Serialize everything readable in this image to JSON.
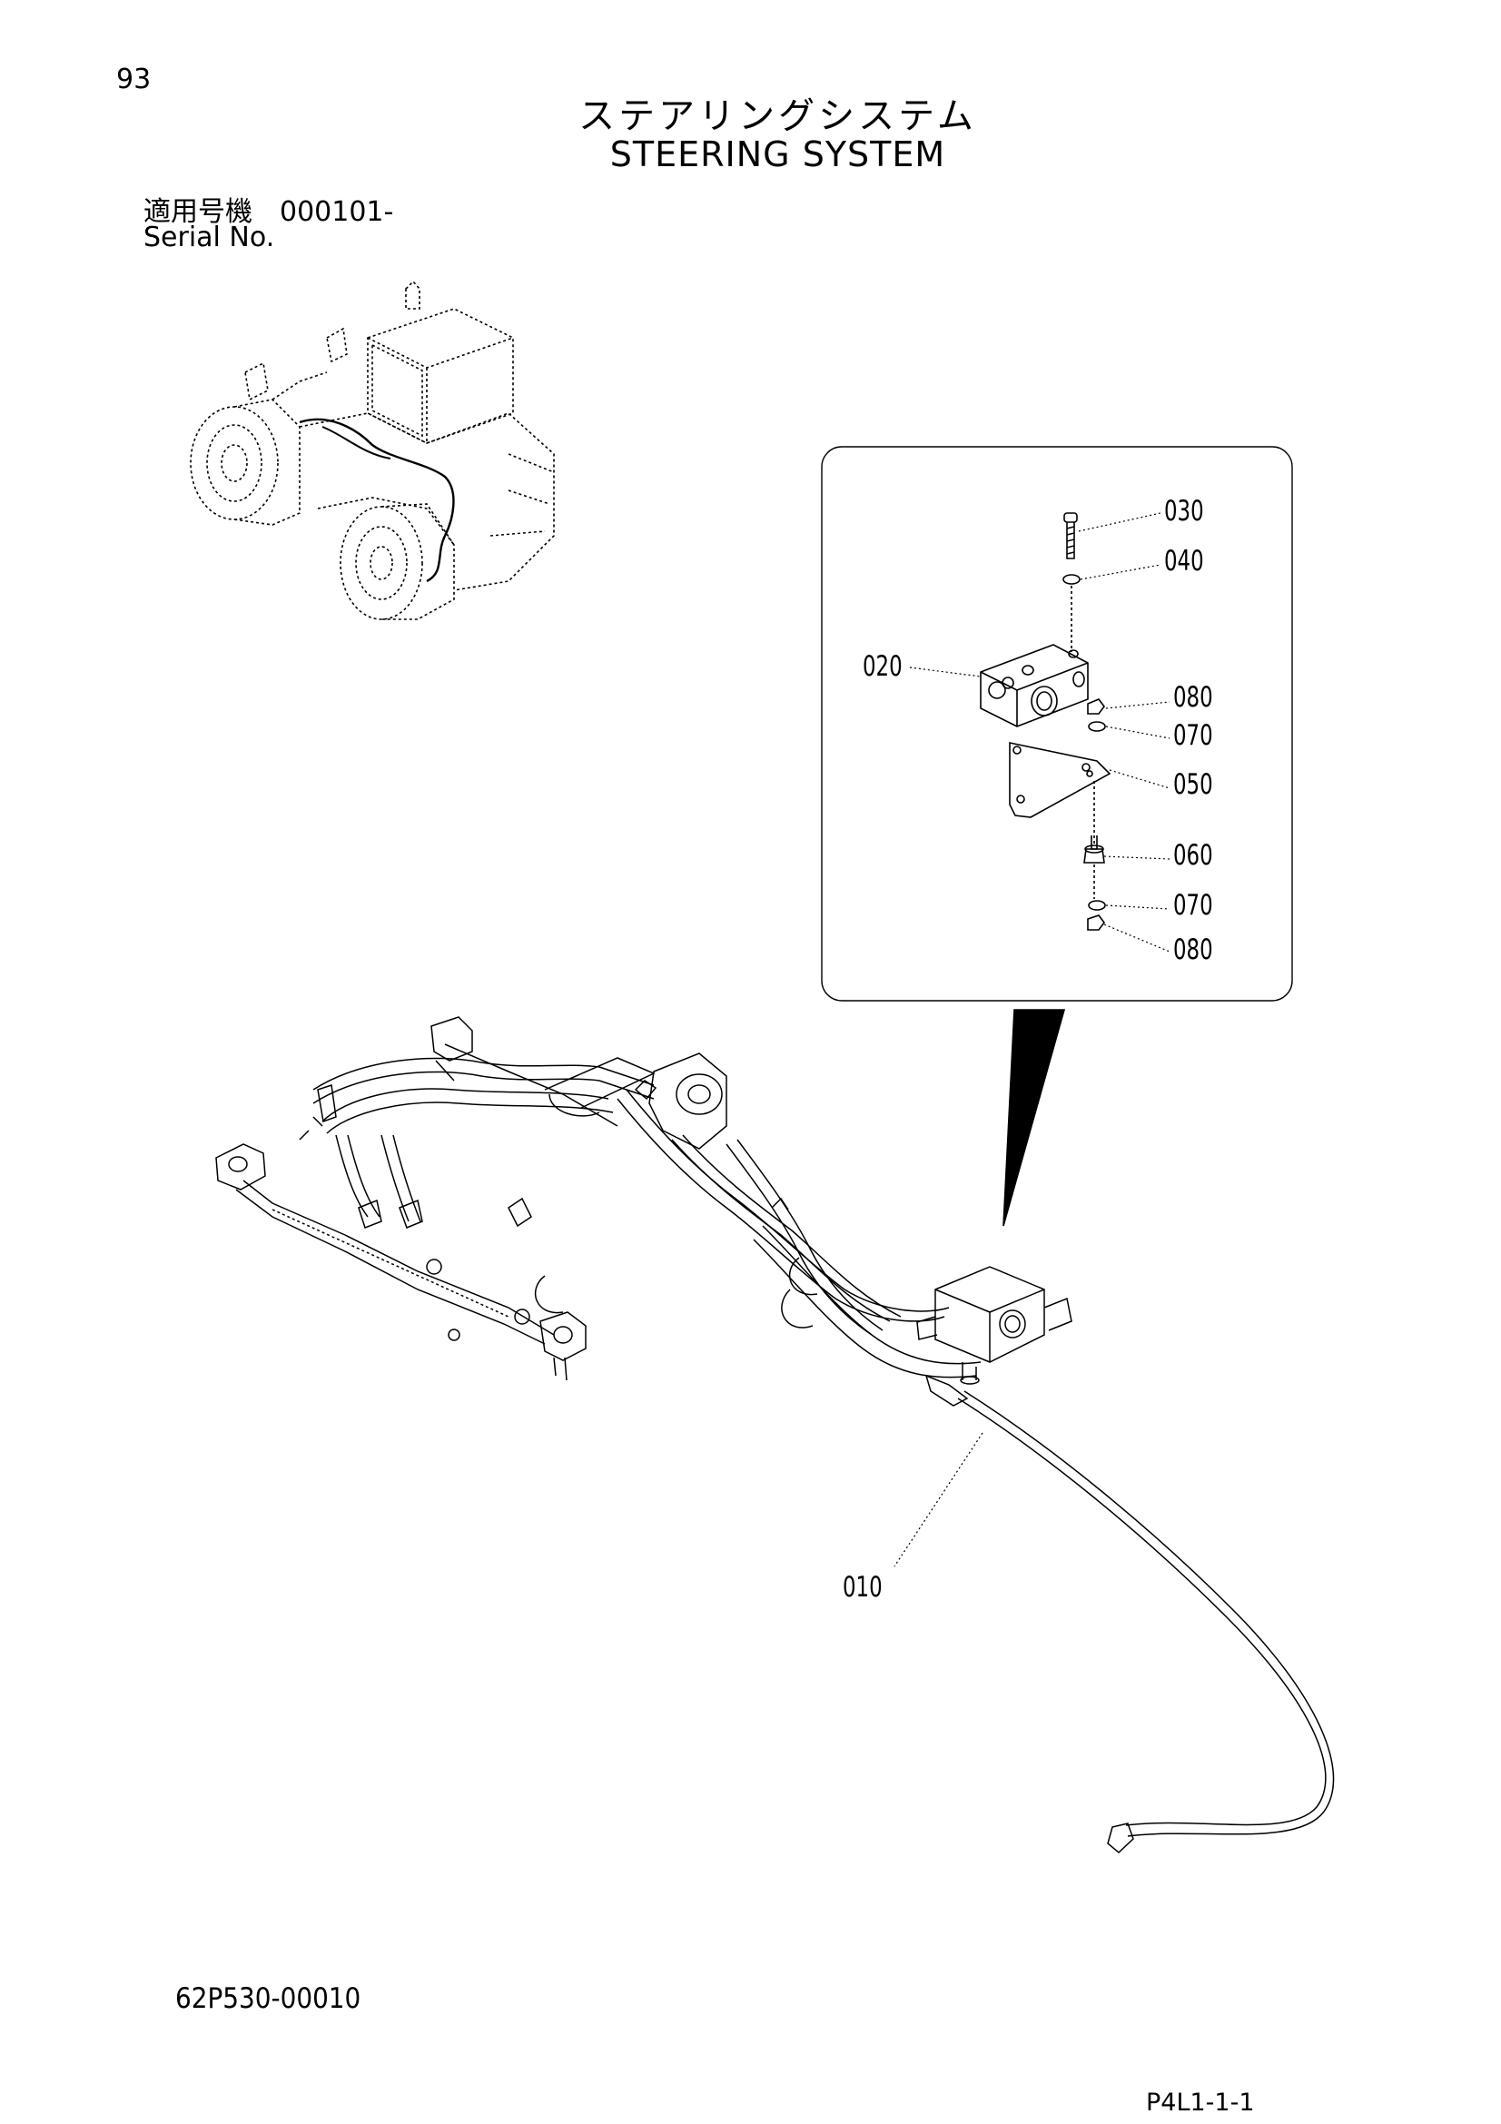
{
  "page_number": "93",
  "title_jp": "ステアリングシステム",
  "title_en": "STEERING SYSTEM",
  "serial": {
    "label_jp": "適用号機　000101-",
    "label_en": "Serial No."
  },
  "callouts": {
    "c030": "030",
    "c040": "040",
    "c020": "020",
    "c080a": "080",
    "c070a": "070",
    "c050": "050",
    "c060": "060",
    "c070b": "070",
    "c080b": "080",
    "c010": "010"
  },
  "document_code": "62P530-00010",
  "page_code": "P4L1-1-1"
}
